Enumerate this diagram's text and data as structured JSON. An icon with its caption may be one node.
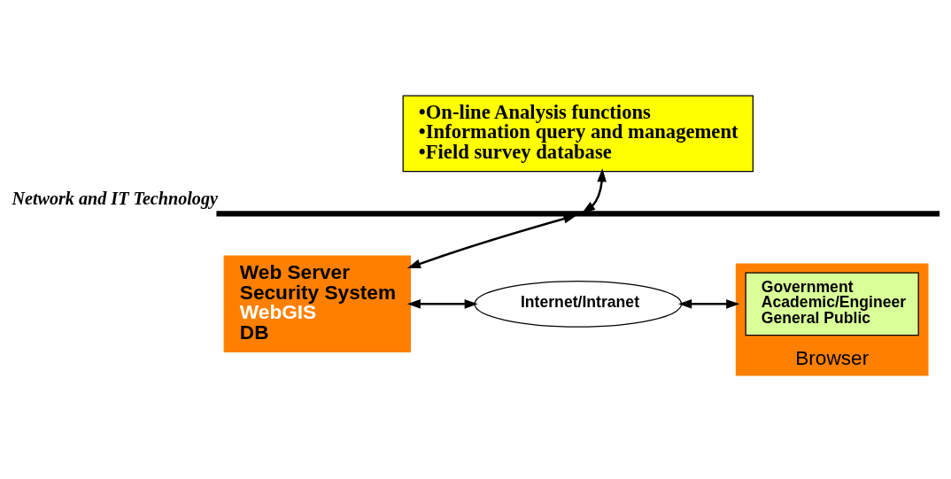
{
  "diagram": {
    "nodes": [
      {
        "text": [
          "•On-line Analysis functions",
          "•Information query and management",
          "•Field survey database"
        ]
      },
      {
        "text": [],
        "shape": "bar",
        "beside": [
          "Network and IT Technology"
        ]
      },
      {
        "text": [
          "Web Server",
          "Security System",
          "WebGIS",
          "DB"
        ]
      },
      {
        "text": [
          "Internet/Intranet"
        ]
      },
      {
        "text": [
          "Browser"
        ]
      },
      {
        "text": [
          "Government",
          "Academic/Engineer",
          "General Public"
        ],
        "in": 4
      }
    ],
    "edges": [
      {
        "from": 0,
        "to": 1,
        "arrow": "both"
      },
      {
        "from": 1,
        "to": 2,
        "arrow": "both"
      },
      {
        "from": 2,
        "to": 3,
        "arrow": "both"
      },
      {
        "from": 3,
        "to": 4,
        "arrow": "both"
      }
    ]
  }
}
